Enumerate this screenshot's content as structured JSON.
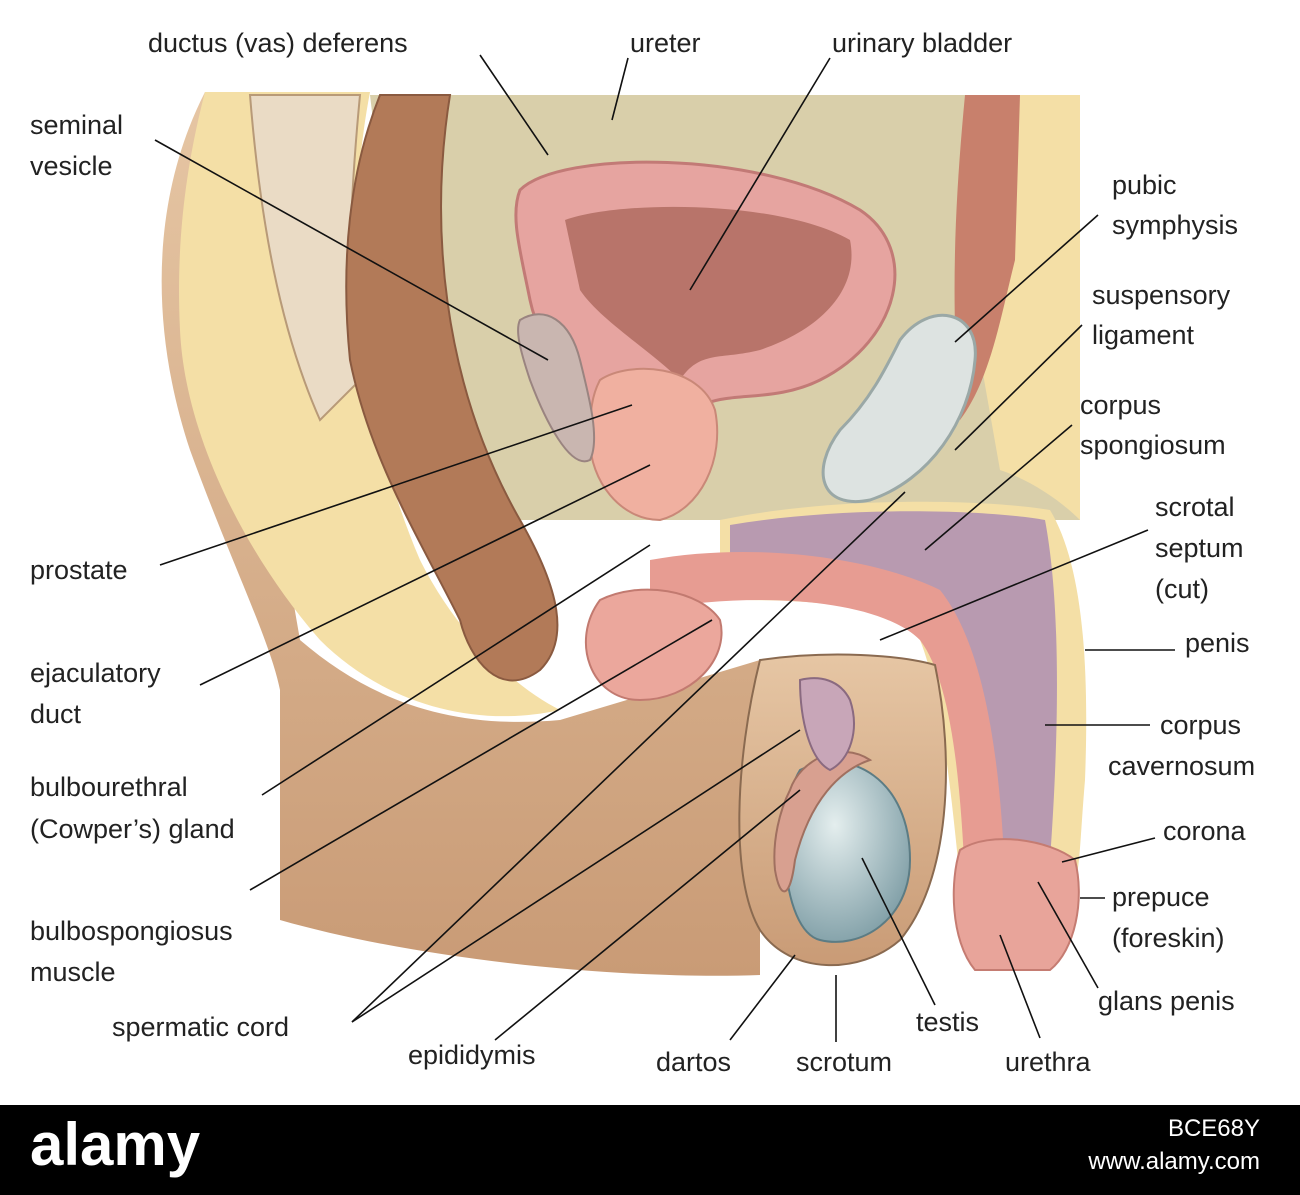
{
  "labels": {
    "ductus_deferens": "ductus (vas) deferens",
    "ureter": "ureter",
    "urinary_bladder": "urinary bladder",
    "seminal_vesicle_1": "seminal",
    "seminal_vesicle_2": "vesicle",
    "pubic_symphysis_1": "pubic",
    "pubic_symphysis_2": "symphysis",
    "suspensory_ligament_1": "suspensory",
    "suspensory_ligament_2": "ligament",
    "corpus_spongiosum_1": "corpus",
    "corpus_spongiosum_2": "spongiosum",
    "prostate": "prostate",
    "scrotal_septum_1": "scrotal",
    "scrotal_septum_2": "septum",
    "scrotal_septum_3": "(cut)",
    "penis": "penis",
    "ejaculatory_duct_1": "ejaculatory",
    "ejaculatory_duct_2": "duct",
    "corpus_cavernosum_1": "corpus",
    "corpus_cavernosum_2": "cavernosum",
    "bulbourethral_1": "bulbourethral",
    "bulbourethral_2": "(Cowper’s) gland",
    "corona": "corona",
    "prepuce_1": "prepuce",
    "prepuce_2": "(foreskin)",
    "bulbospongiosus_1": "bulbospongiosus",
    "bulbospongiosus_2": "muscle",
    "glans_penis": "glans penis",
    "spermatic_cord": "spermatic cord",
    "testis": "testis",
    "epididymis": "epididymis",
    "dartos": "dartos",
    "scrotum": "scrotum",
    "urethra": "urethra"
  },
  "footer": {
    "logo": "alamy",
    "image_id": "BCE68Y",
    "url": "www.alamy.com"
  },
  "colors": {
    "skin": "#dcb690",
    "fat": "#f4dfa6",
    "muscle": "#b27a58",
    "bladder": "#e6a4a0",
    "erectile": "#b89ab0",
    "testis": "#a9c3c8",
    "background": "#d9cfaa"
  }
}
